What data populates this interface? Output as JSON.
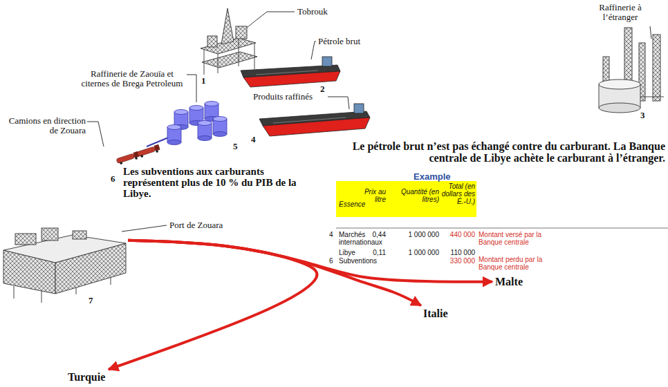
{
  "diagram": {
    "nodes": [
      {
        "text": [
          "7",
          "Port de Zouara"
        ]
      },
      {
        "text": [
          "Malte"
        ]
      },
      {
        "text": [
          "Italie"
        ]
      },
      {
        "text": [
          "Turquie"
        ]
      }
    ],
    "edges": [
      {
        "from": 0,
        "to": 1,
        "arrow": "to"
      },
      {
        "from": 0,
        "to": 2,
        "arrow": "to"
      },
      {
        "from": 0,
        "to": 3,
        "arrow": "to"
      }
    ],
    "labels": [
      "Tobrouk",
      "1",
      "Pétrole brut",
      "2",
      "Raffinerie à l’étranger",
      "3",
      "Produits raffinés",
      "4",
      "Le pétrole brut n’est pas échangé contre du carburant. La Banque centrale de Libye achète le carburant à l’étranger.",
      "Raffinerie de Zaouïa et citernes de Brega Petroleum",
      "5",
      "Camions en direction de Zouara",
      "6",
      "Les subventions aux carburants représentent plus de 10 % du PIB de la Libye.",
      "Example",
      "Essence",
      "Prix au litre",
      "Quantité (en litres)",
      "Total (en dollars des É.-U.)",
      "4",
      "Marchés internationaux",
      "0,44",
      "1 000 000",
      "440 000",
      "Montant versé par la Banque centrale",
      "6",
      "Libye",
      "0,11",
      "1 000 000",
      "110 000",
      "Subventions",
      "330 000",
      "Montant perdu par la Banque centrale"
    ]
  }
}
